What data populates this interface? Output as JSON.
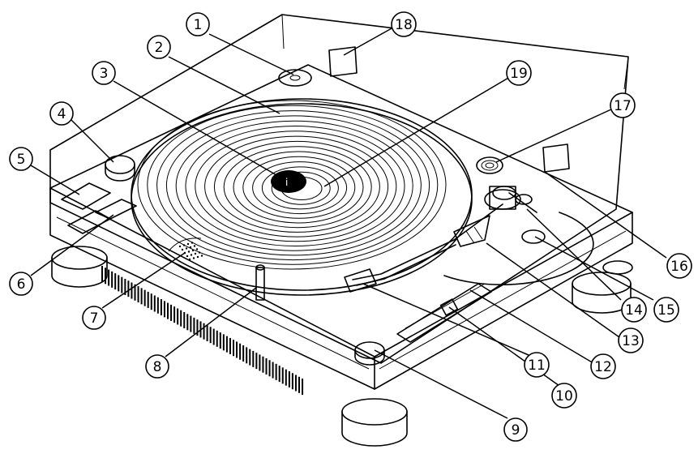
{
  "callouts": [
    {
      "id": "c1",
      "number": "1"
    },
    {
      "id": "c2",
      "number": "2"
    },
    {
      "id": "c3",
      "number": "3"
    },
    {
      "id": "c4",
      "number": "4"
    },
    {
      "id": "c5",
      "number": "5"
    },
    {
      "id": "c6",
      "number": "6"
    },
    {
      "id": "c7",
      "number": "7"
    },
    {
      "id": "c8",
      "number": "8"
    },
    {
      "id": "c9",
      "number": "9"
    },
    {
      "id": "c10",
      "number": "10"
    },
    {
      "id": "c11",
      "number": "11"
    },
    {
      "id": "c12",
      "number": "12"
    },
    {
      "id": "c13",
      "number": "13"
    },
    {
      "id": "c14",
      "number": "14"
    },
    {
      "id": "c15",
      "number": "15"
    },
    {
      "id": "c16",
      "number": "16"
    },
    {
      "id": "c17",
      "number": "17"
    },
    {
      "id": "c18",
      "number": "18"
    },
    {
      "id": "c19",
      "number": "19"
    }
  ],
  "colors": {
    "line": "#000000",
    "background": "#ffffff"
  }
}
